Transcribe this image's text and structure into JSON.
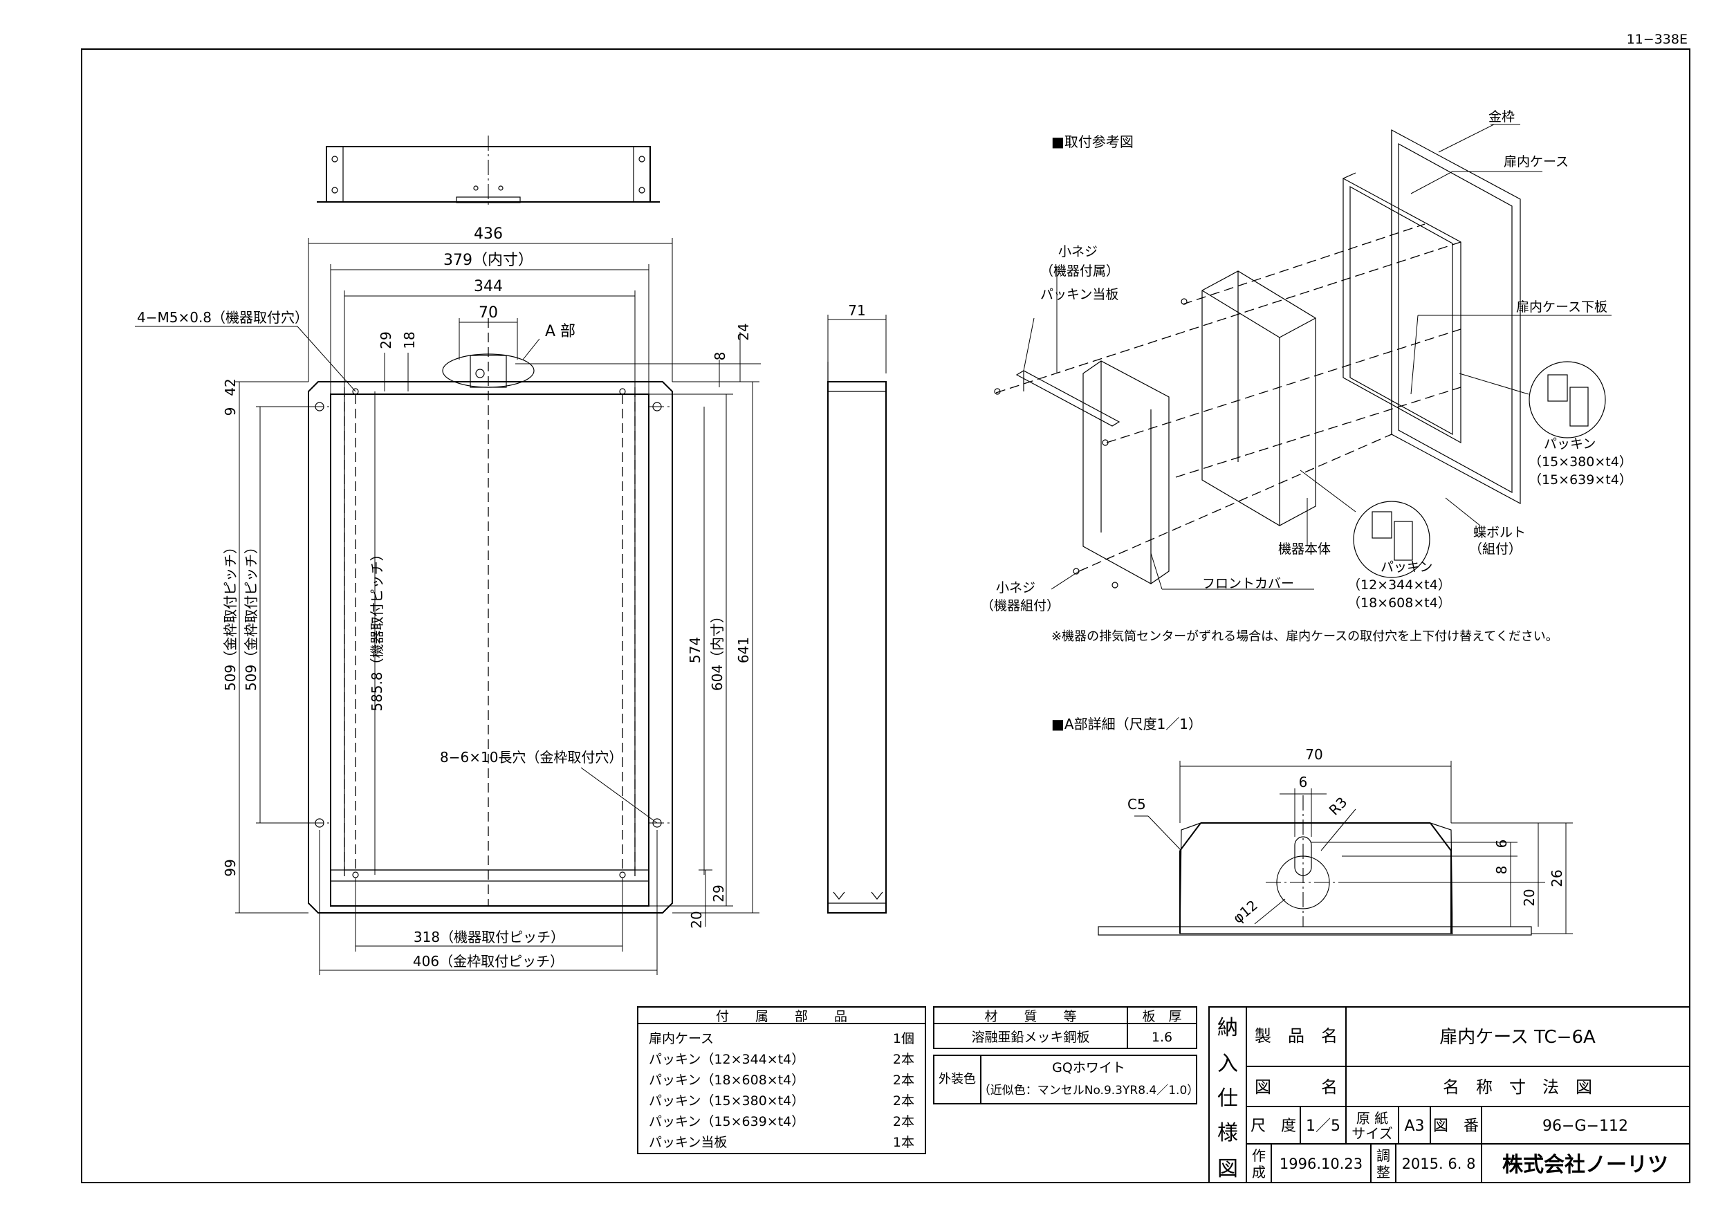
{
  "drawing_code": "11−338E",
  "main_dims": {
    "width_outer": "436",
    "width_inner": "379（内寸）",
    "width_344": "344",
    "w70": "70",
    "a_part": "A 部",
    "screw_holes": "4−M5×0.8（機器取付穴）",
    "d29": "29",
    "d18": "18",
    "d24": "24",
    "d8": "8",
    "d9": "9",
    "d42": "42",
    "p509a": "509（金枠取付ピッチ）",
    "p509b": "509（金枠取付ピッチ）",
    "p5858": "585.8（機器取付ピッチ）",
    "d574": "574",
    "d604": "604（内寸）",
    "d641": "641",
    "slots": "8−6×10長穴（金枠取付穴）",
    "d99": "99",
    "d20": "20",
    "d29b": "29",
    "p318": "318（機器取付ピッチ）",
    "p406": "406（金枠取付ピッチ）",
    "depth71": "71"
  },
  "iso": {
    "title": "■取付参考図",
    "kanawaku": "金枠",
    "tobiraCase": "扉内ケース",
    "koneji1a": "小ネジ",
    "koneji1b": "（機器付属）",
    "packingPlate": "パッキン当板",
    "caseBottom": "扉内ケース下板",
    "pk1a": "パッキン",
    "pk1b": "（15×380×t4）",
    "pk1c": "（15×639×t4）",
    "wingbolt_a": "蝶ボルト",
    "wingbolt_b": "（組付）",
    "body": "機器本体",
    "pk2a": "パッキン",
    "pk2b": "（12×344×t4）",
    "pk2c": "（18×608×t4）",
    "koneji2a": "小ネジ",
    "koneji2b": "（機器組付）",
    "frontCover": "フロントカバー",
    "note": "※機器の排気筒センターがずれる場合は、扉内ケースの取付穴を上下付け替えてください。"
  },
  "detailA": {
    "title": "■A部詳細（尺度1／1）",
    "w70": "70",
    "w6": "6",
    "r3": "R3",
    "c5": "C5",
    "h6": "6",
    "h8": "8",
    "h20": "20",
    "h26": "26",
    "phi12": "φ12"
  },
  "parts_table": {
    "header": "付　　属　　部　　品",
    "rows": [
      {
        "name": "扉内ケース",
        "qty": "1個"
      },
      {
        "name": "パッキン（12×344×t4）",
        "qty": "2本"
      },
      {
        "name": "パッキン（18×608×t4）",
        "qty": "2本"
      },
      {
        "name": "パッキン（15×380×t4）",
        "qty": "2本"
      },
      {
        "name": "パッキン（15×639×t4）",
        "qty": "2本"
      },
      {
        "name": "パッキン当板",
        "qty": "1本"
      }
    ]
  },
  "material_table": {
    "h_material": "材　　質　　等",
    "h_thickness": "板　厚",
    "material": "溶融亜鉛メッキ鋼板",
    "thickness": "1.6",
    "exterior_label": "外装色",
    "color": "GQホワイト",
    "color_note": "（近似色：マンセルNo.9.3YR8.4／1.0）"
  },
  "title_block": {
    "side": [
      "納",
      "入",
      "仕",
      "様",
      "図"
    ],
    "product_label": "製　品　名",
    "product": "扉内ケース TC−6A",
    "drawing_label": "図　　　名",
    "drawing_name": "名　称　寸　法　図",
    "scale_label": "尺　度",
    "scale": "1／5",
    "paper_label1": "原 紙",
    "paper_label2": "サイズ",
    "paper": "A3",
    "number_label": "図　番",
    "number": "96−G−112",
    "made_label1": "作",
    "made_label2": "成",
    "made": "1996.10.23",
    "adj_label1": "調",
    "adj_label2": "整",
    "adjusted": "2015. 6. 8",
    "company": "株式会社ノーリツ"
  }
}
